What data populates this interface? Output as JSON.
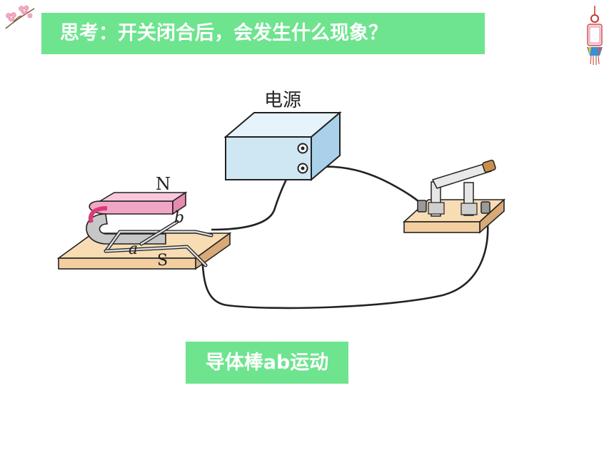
{
  "header": {
    "title": "思考：开关闭合后，会发生什么现象？"
  },
  "diagram": {
    "power_label": "电源",
    "north_label": "N",
    "south_label": "S",
    "end_a_label": "a",
    "end_b_label": "b"
  },
  "caption": {
    "text": "导体棒ab运动"
  },
  "colors": {
    "banner_green": "#6ee48f",
    "box_blue": "#cfe6f3",
    "board_wood": "#f3cfa0",
    "magnet_pink": "#f2a6c6"
  },
  "icons": [
    "peach-blossom-icon",
    "chinese-knot-ornament-icon"
  ]
}
